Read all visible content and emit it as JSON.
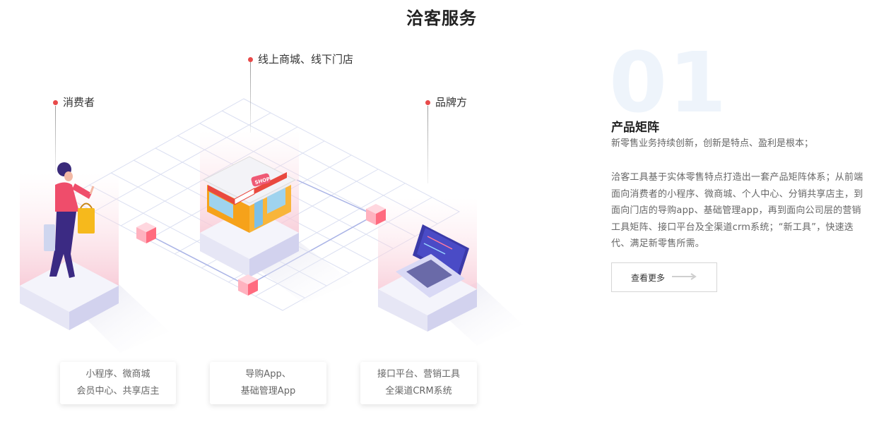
{
  "page": {
    "title": "洽客服务"
  },
  "callouts": {
    "consumer": "消费者",
    "online_store": "线上商城、线下门店",
    "brand": "品牌方"
  },
  "scene": {
    "shop_sign": "SHOP"
  },
  "cards": [
    {
      "line1": "小程序、微商城",
      "line2": "会员中心、共享店主"
    },
    {
      "line1": "导购App、",
      "line2": "基础管理App"
    },
    {
      "line1": "接口平台、营销工具",
      "line2": "全渠道CRM系统"
    }
  ],
  "feature": {
    "number": "01",
    "title": "产品矩阵",
    "subtitle": "新零售业务持续创新，创新是特点、盈利是根本；",
    "description": "洽客工具基于实体零售特点打造出一套产品矩阵体系；从前端面向消费者的小程序、微商城、个人中心、分销共享店主，到面向门店的导购app、基础管理app，再到面向公司层的营销工具矩阵、接口平台及全渠道crm系统；“新工具”，快速迭代、满足新零售所需。",
    "more_label": "查看更多"
  },
  "colors": {
    "accent_red": "#e84a4a",
    "shop_orange": "#f6a21a",
    "laptop_blue": "#3b3aa8"
  }
}
